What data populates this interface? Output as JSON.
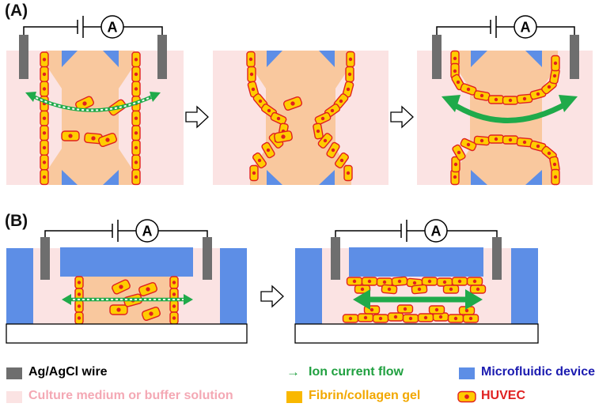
{
  "panels": {
    "a_label": "(A)",
    "b_label": "(B)"
  },
  "ammeter_symbol": "A",
  "colors": {
    "medium": "#fbe3e3",
    "gel": "#f9c89e",
    "device": "#5d8ee6",
    "wire": "#6e6e6e",
    "cell_fill": "#ffcc00",
    "cell_border": "#e02020",
    "nucleus": "#e02020",
    "current": "#1faa4a"
  },
  "legend": {
    "wire": {
      "label": "Ag/AgCl wire",
      "color": "#000000"
    },
    "current": {
      "label": "Ion current flow",
      "color": "#20a040",
      "marker": "→"
    },
    "device": {
      "label": "Microfluidic device",
      "color": "#1b1bb0"
    },
    "medium": {
      "label": "Culture medium or buffer solution",
      "color": "#f4a8b4"
    },
    "gel": {
      "label": "Fibrin/collagen gel",
      "color": "#f2a800"
    },
    "huvec": {
      "label": "HUVEC",
      "color": "#e02020"
    }
  }
}
